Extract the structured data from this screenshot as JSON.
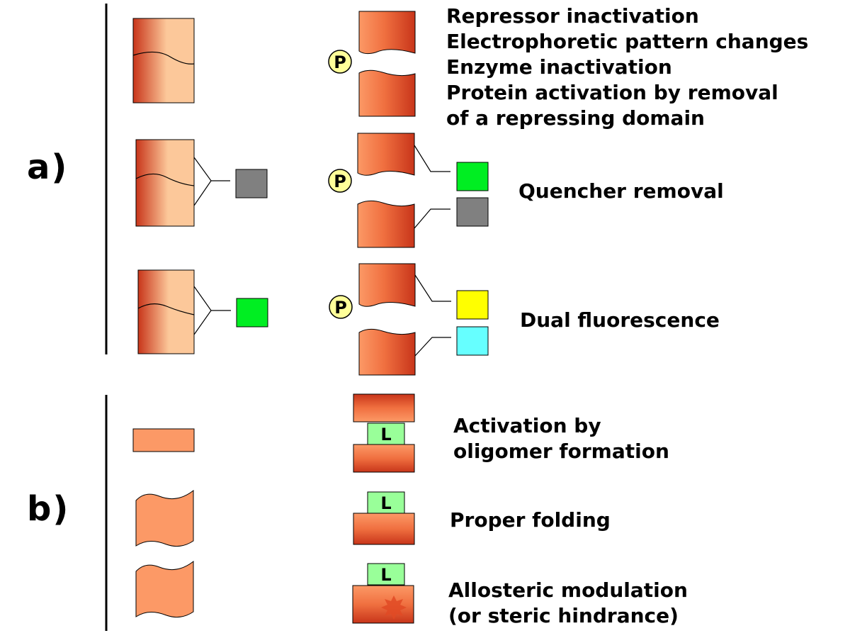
{
  "sections": {
    "a": "a)",
    "b": "b)"
  },
  "badges": {
    "phospho": "P",
    "ligand": "L"
  },
  "texts": {
    "a_row1": [
      "Repressor inactivation",
      "Electrophoretic pattern changes",
      "Enzyme inactivation",
      "Protein activation by removal",
      "of a repressing domain"
    ],
    "a_row2": "Quencher removal",
    "a_row3": "Dual fluorescence",
    "b_row1": [
      "Activation by",
      "oligomer formation"
    ],
    "b_row2": "Proper folding",
    "b_row3": [
      "Allosteric modulation",
      "(or steric hindrance)"
    ]
  },
  "colors": {
    "protein_dark": "#c8351a",
    "protein_light": "#fcc89a",
    "protein_flat": "#fc9966",
    "quencher_gray": "#808080",
    "fluor_green": "#00ee22",
    "fluor_yellow": "#ffff00",
    "fluor_cyan": "#66ffff",
    "phospho_fill": "#ffff99",
    "ligand_fill": "#99ff99"
  }
}
